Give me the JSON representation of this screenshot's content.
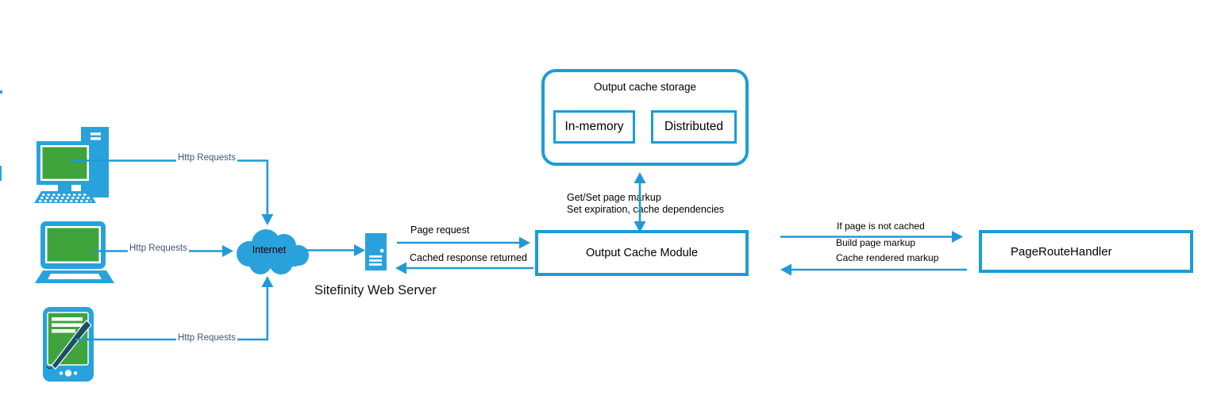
{
  "diagram": {
    "clients": {
      "desktop_label": "Http Requests",
      "laptop_label": "Http Requests",
      "tablet_label": "Http Requests"
    },
    "internet": {
      "label": "Internet"
    },
    "server": {
      "label": "Sitefinity Web Server"
    },
    "flows": {
      "page_request": "Page request",
      "cached_response": "Cached response returned",
      "get_set_markup": "Get/Set page markup",
      "set_expiration": "Set expiration, cache dependencies",
      "if_not_cached": "If page is not cached",
      "build_markup": "Build page markup",
      "cache_rendered": "Cache rendered markup"
    },
    "storage": {
      "title": "Output cache storage",
      "in_memory": "In-memory",
      "distributed": "Distributed"
    },
    "module": {
      "label": "Output Cache Module"
    },
    "handler": {
      "label": "PageRouteHandler"
    },
    "colors": {
      "accent_blue": "#2199d8",
      "shape_fill_blue": "#29a2dc",
      "box_border_blue": "#1b9cd8",
      "screen_green": "#3ea43b",
      "pen_navy": "#1d4e66",
      "http_label_slate": "#44546a",
      "text_black": "#000000"
    },
    "icons": [
      "desktop-computer-icon",
      "laptop-icon",
      "tablet-icon",
      "internet-cloud-icon",
      "server-icon"
    ]
  }
}
